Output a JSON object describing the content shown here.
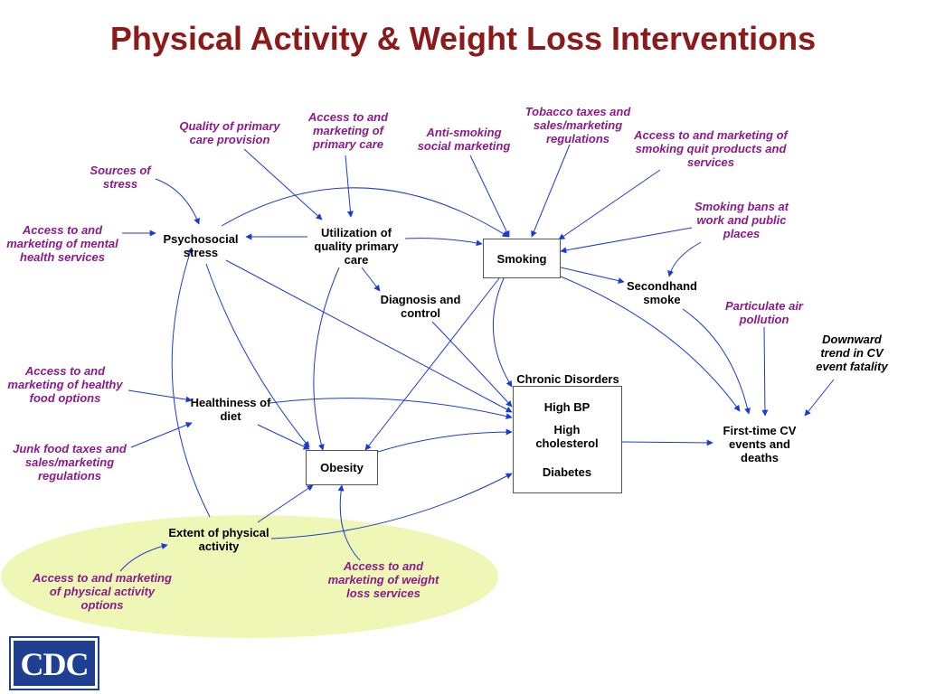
{
  "title": "Physical Activity & Weight Loss Interventions",
  "colors": {
    "title": "#8b1a1a",
    "external_factor": "#8b1a8b",
    "arrow": "#1a3ad6",
    "highlight_ellipse": "#eef7b5"
  },
  "factors": {
    "quality_primary_care": "Quality of primary care provision",
    "access_primary_care": "Access to and marketing of primary care",
    "anti_smoking": "Anti-smoking social marketing",
    "tobacco_taxes": "Tobacco taxes and sales/marketing regulations",
    "access_quit_products": "Access to and marketing of smoking quit products and services",
    "sources_of_stress": "Sources of stress",
    "access_mental_health": "Access to and marketing of mental health services",
    "smoking_bans": "Smoking bans at work and public places",
    "particulate_air": "Particulate air pollution",
    "access_healthy_food": "Access to and marketing of healthy food options",
    "junk_food_taxes": "Junk food taxes and sales/marketing regulations",
    "access_physical_activity": "Access to and marketing of physical activity options",
    "access_weight_loss": "Access to and marketing of weight loss services"
  },
  "nodes": {
    "psychosocial_stress": "Psychosocial stress",
    "utilization_primary_care": "Utilization of quality primary care",
    "smoking": "Smoking",
    "secondhand_smoke": "Secondhand smoke",
    "diagnosis_control": "Diagnosis and control",
    "healthiness_of_diet": "Healthiness of diet",
    "obesity": "Obesity",
    "extent_physical_activity": "Extent of physical activity",
    "first_time_cv": "First-time CV events and deaths",
    "downward_trend": "Downward trend in CV event fatality"
  },
  "chronic_disorders": {
    "heading": "Chronic Disorders",
    "items": [
      "High BP",
      "High cholesterol",
      "Diabetes"
    ]
  },
  "logo": {
    "text": "CDC"
  }
}
